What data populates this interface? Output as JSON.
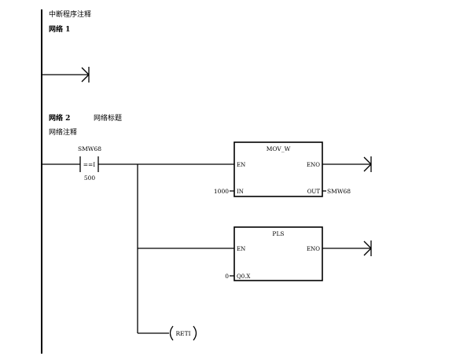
{
  "header": {
    "program_comment": "中断程序注释"
  },
  "networks": [
    {
      "label": "网络 1",
      "title": "",
      "comment": ""
    },
    {
      "label": "网络 2",
      "title": "网络标题",
      "comment": "网络注释",
      "contact": {
        "operand": "SMW68",
        "operator": "==I",
        "compare_value": "500"
      },
      "mov_block": {
        "name": "MOV_W",
        "en": "EN",
        "eno": "ENO",
        "in_pin": "IN",
        "out_pin": "OUT",
        "in_value": "1000",
        "out_value": "SMW68"
      },
      "pls_block": {
        "name": "PLS",
        "en": "EN",
        "eno": "ENO",
        "q_pin": "Q0.X",
        "q_value": "0"
      },
      "coil": {
        "label": "RETI"
      }
    }
  ]
}
